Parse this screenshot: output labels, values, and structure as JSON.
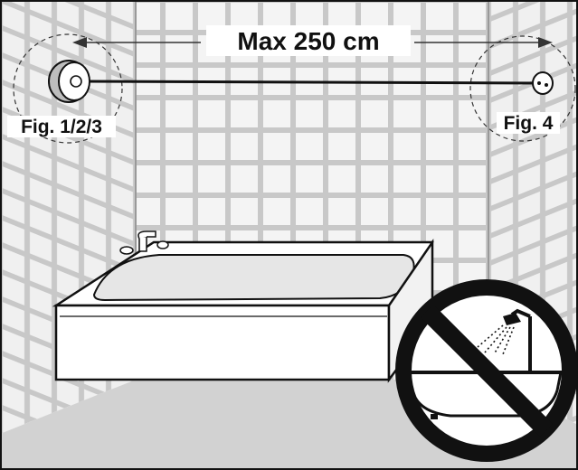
{
  "dimension": {
    "label": "Max 250 cm"
  },
  "left_fixture": {
    "label": "Fig. 1/2/3"
  },
  "right_fixture": {
    "label": "Fig. 4"
  },
  "prohibition_sign": {
    "icon": "no-bath-shower-icon",
    "color": "#111111"
  },
  "colors": {
    "tile_grout": "#c8c8c8",
    "wall": "#ececec",
    "floor": "#d2d2d2",
    "outline": "#111111"
  }
}
